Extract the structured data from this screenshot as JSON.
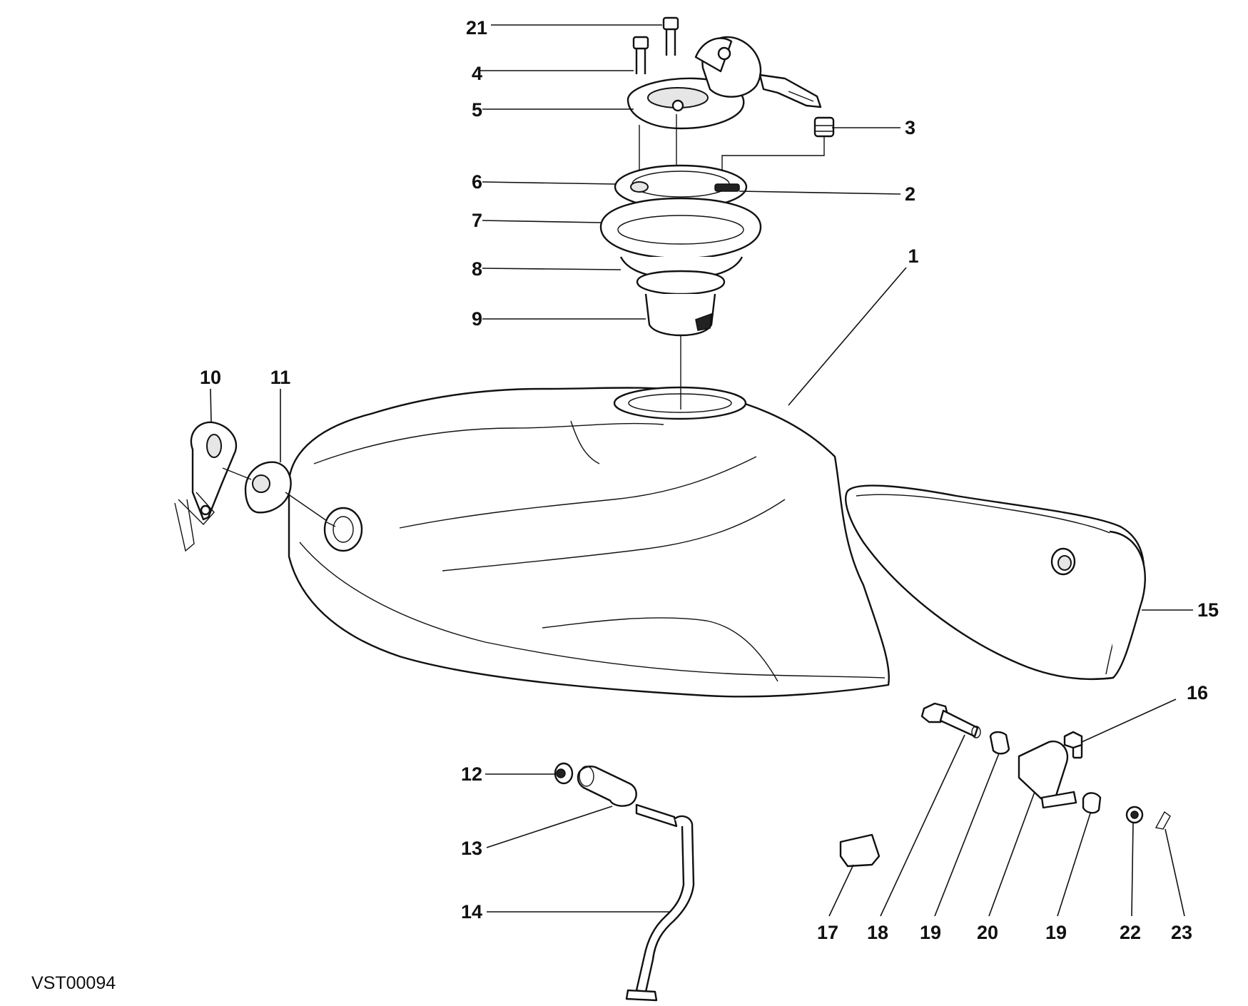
{
  "diagram": {
    "reference_code": "VST00094",
    "callouts": [
      {
        "id": "c21",
        "label": "21"
      },
      {
        "id": "c4",
        "label": "4"
      },
      {
        "id": "c5",
        "label": "5"
      },
      {
        "id": "c3",
        "label": "3"
      },
      {
        "id": "c6",
        "label": "6"
      },
      {
        "id": "c2",
        "label": "2"
      },
      {
        "id": "c7",
        "label": "7"
      },
      {
        "id": "c8",
        "label": "8"
      },
      {
        "id": "c9",
        "label": "9"
      },
      {
        "id": "c1",
        "label": "1"
      },
      {
        "id": "c10",
        "label": "10"
      },
      {
        "id": "c11",
        "label": "11"
      },
      {
        "id": "c15",
        "label": "15"
      },
      {
        "id": "c16",
        "label": "16"
      },
      {
        "id": "c12",
        "label": "12"
      },
      {
        "id": "c13",
        "label": "13"
      },
      {
        "id": "c14",
        "label": "14"
      },
      {
        "id": "c17",
        "label": "17"
      },
      {
        "id": "c18",
        "label": "18"
      },
      {
        "id": "c19a",
        "label": "19"
      },
      {
        "id": "c20",
        "label": "20"
      },
      {
        "id": "c19b",
        "label": "19"
      },
      {
        "id": "c22",
        "label": "22"
      },
      {
        "id": "c23",
        "label": "23"
      }
    ]
  }
}
